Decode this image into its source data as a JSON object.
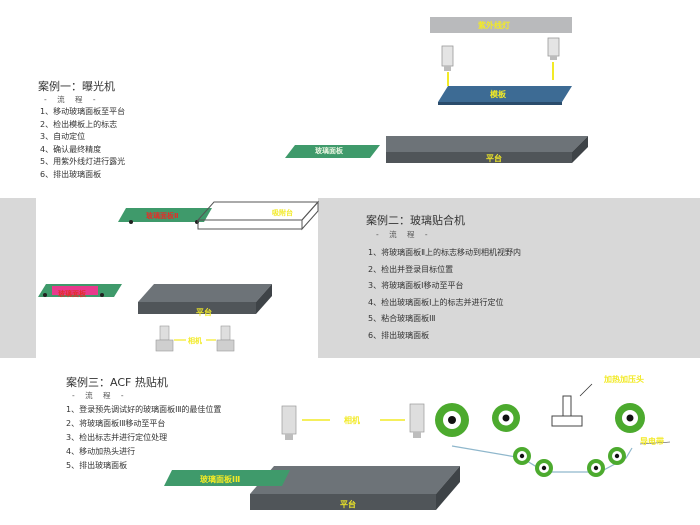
{
  "case1": {
    "title": "案例一：曝光机",
    "flow": "- 流 程 -",
    "steps": [
      "1、移动玻璃面板至平台",
      "2、检出模板上的标志",
      "3、自动定位",
      "4、确认最终精度",
      "5、用紫外线灯进行露光",
      "6、排出玻璃面板"
    ],
    "labels": {
      "uv_lamp": "紫外线灯",
      "mask": "模板",
      "glass": "玻璃面板",
      "platform": "平台"
    }
  },
  "case2": {
    "title": "案例二：玻璃贴合机",
    "flow": "- 流 程 -",
    "steps": [
      "1、将玻璃面板Ⅱ上的标志移动到相机视野内",
      "2、检出并登录目标位置",
      "3、将玻璃面板Ⅰ移动至平台",
      "4、检出玻璃面板Ⅰ上的标志并进行定位",
      "5、粘合玻璃面板ⅠⅡ",
      "6、排出玻璃面板"
    ],
    "labels": {
      "glass2": "玻璃面板Ⅱ",
      "stage": "吸附台",
      "glass1": "玻璃面板",
      "platform": "平台",
      "camera": "相机"
    }
  },
  "case3": {
    "title": "案例三：ACF 热贴机",
    "flow": "- 流 程 -",
    "steps": [
      "1、登录预先调试好的玻璃面板ⅠⅡ的最佳位置",
      "2、将玻璃面板ⅠⅡ移动至平台",
      "3、检出标志并进行定位处理",
      "4、移动加热头进行",
      "5、排出玻璃面板"
    ],
    "labels": {
      "camera": "相机",
      "heater": "加热加压头",
      "tape": "导电带",
      "glass": "玻璃面板ⅠⅡ",
      "platform": "平台"
    }
  },
  "colors": {
    "accent_yellow": "#f2ea26",
    "glass_green": "#3f9a6b",
    "platform_gray": "#6d7378",
    "roller_green": "#4caa2e",
    "label_red": "#e0302a"
  }
}
